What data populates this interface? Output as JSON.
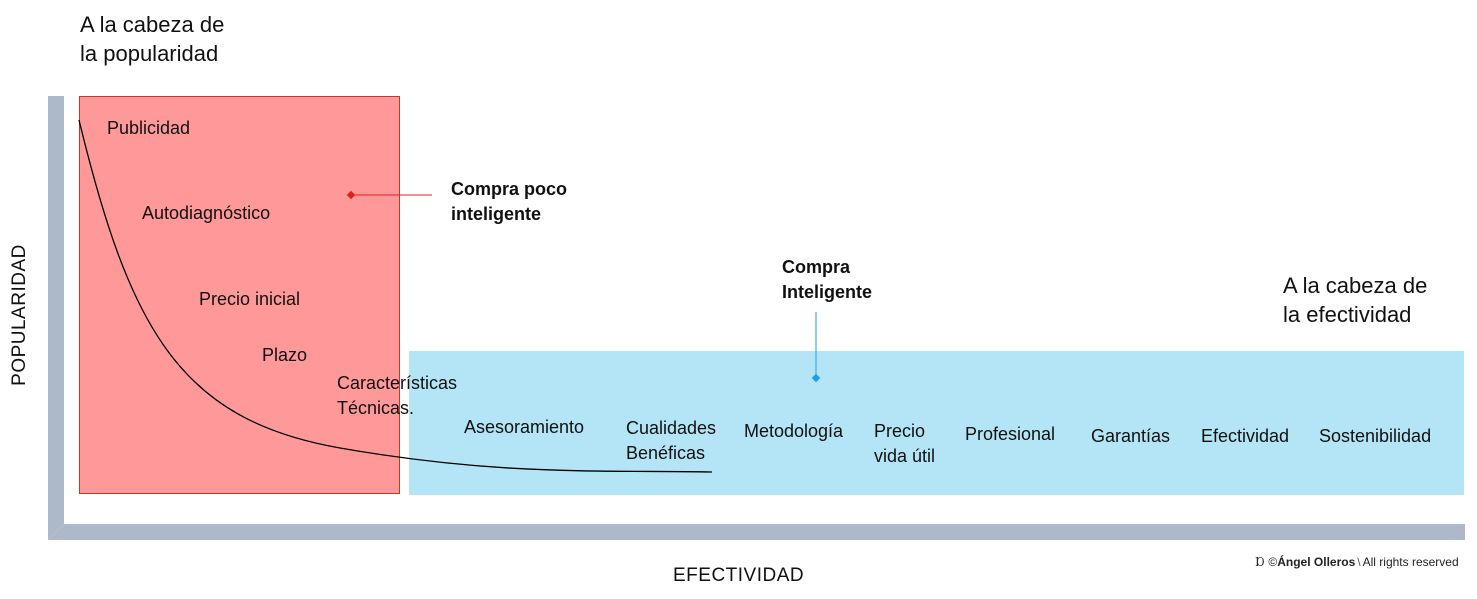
{
  "corner_labels": {
    "popularity": [
      "A la cabeza de",
      "la popularidad"
    ],
    "effectiveness": [
      "A la cabeza de",
      "la efectividad"
    ]
  },
  "axes": {
    "y": "POPULARIDAD",
    "x": "EFECTIVIDAD"
  },
  "zones": {
    "poor": [
      "Compra poco",
      "inteligente"
    ],
    "smart": [
      "Compra",
      "Inteligente"
    ]
  },
  "factors": [
    {
      "name": "factor-publicidad",
      "lines": [
        "Publicidad"
      ]
    },
    {
      "name": "factor-autodiagnostico",
      "lines": [
        "Autodiagnóstico"
      ]
    },
    {
      "name": "factor-precio-inicial",
      "lines": [
        "Precio inicial"
      ]
    },
    {
      "name": "factor-plazo",
      "lines": [
        "Plazo"
      ]
    },
    {
      "name": "factor-caracteristicas-tecnicas",
      "lines": [
        "Características",
        "Técnicas."
      ]
    },
    {
      "name": "factor-asesoramiento",
      "lines": [
        "Asesoramiento"
      ]
    },
    {
      "name": "factor-cualidades-beneficas",
      "lines": [
        "Cualidades",
        "Benéficas"
      ]
    },
    {
      "name": "factor-metodologia",
      "lines": [
        "Metodología"
      ]
    },
    {
      "name": "factor-precio-vida-util",
      "lines": [
        "Precio",
        "vida útil"
      ]
    },
    {
      "name": "factor-profesional",
      "lines": [
        "Profesional"
      ]
    },
    {
      "name": "factor-garantias",
      "lines": [
        "Garantías"
      ]
    },
    {
      "name": "factor-efectividad",
      "lines": [
        "Efectividad"
      ]
    },
    {
      "name": "factor-sostenibilidad",
      "lines": [
        "Sostenibilidad"
      ]
    }
  ],
  "copyright": {
    "logo": "Ɒ",
    "prefix": "©",
    "brand": "Ángel Olleros",
    "rights": "All rights reserved"
  },
  "colors": {
    "poor_zone": "#ff9999",
    "smart_zone": "#b3e5f6",
    "axis": "#adb9ca",
    "poor_marker": "#e02020",
    "smart_marker": "#1ea0dc"
  }
}
